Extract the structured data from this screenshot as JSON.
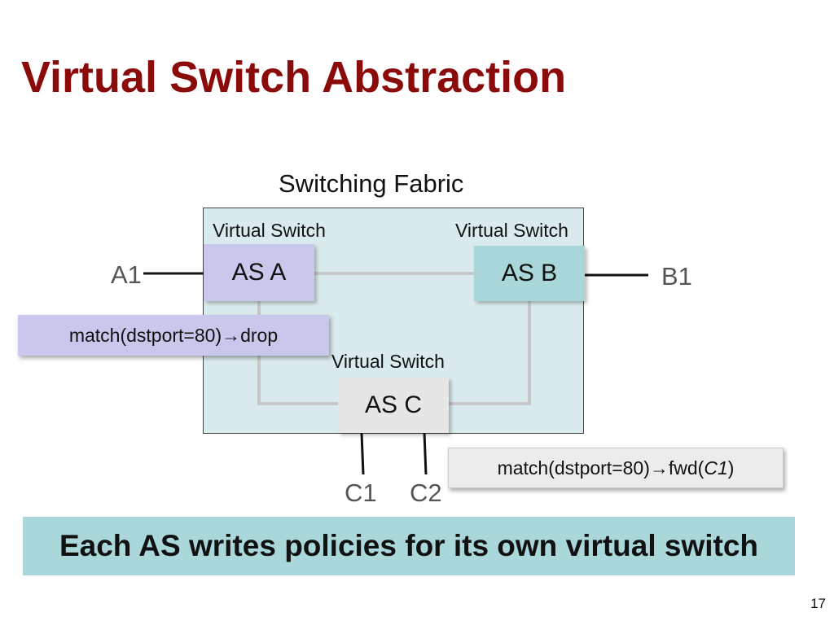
{
  "slide": {
    "title": "Virtual Switch Abstraction",
    "page_number": "17",
    "banner": "Each AS writes policies for its own virtual switch"
  },
  "diagram": {
    "fabric_label": "Switching Fabric",
    "switches": {
      "a": {
        "label": "AS A",
        "caption": "Virtual Switch",
        "color": "#c9c8ec"
      },
      "b": {
        "label": "AS B",
        "caption": "Virtual Switch",
        "color": "#a8d6d9"
      },
      "c": {
        "label": "AS C",
        "caption": "Virtual Switch",
        "color": "#e6e6e6"
      }
    },
    "ports": {
      "a1": "A1",
      "b1": "B1",
      "c1": "C1",
      "c2": "C2"
    },
    "policies": {
      "a": {
        "prefix": "match(dstport=80)",
        "arrow": "→",
        "action": "drop"
      },
      "c": {
        "prefix": "match(dstport=80)",
        "arrow": "→",
        "action_pre": "fwd(",
        "action_arg": "C1",
        "action_post": ")"
      }
    },
    "colors": {
      "title": "#8b0a0a",
      "fabric": "#d9ebec",
      "banner": "#a9d7da",
      "internal_link": "#c8c8c8"
    }
  }
}
